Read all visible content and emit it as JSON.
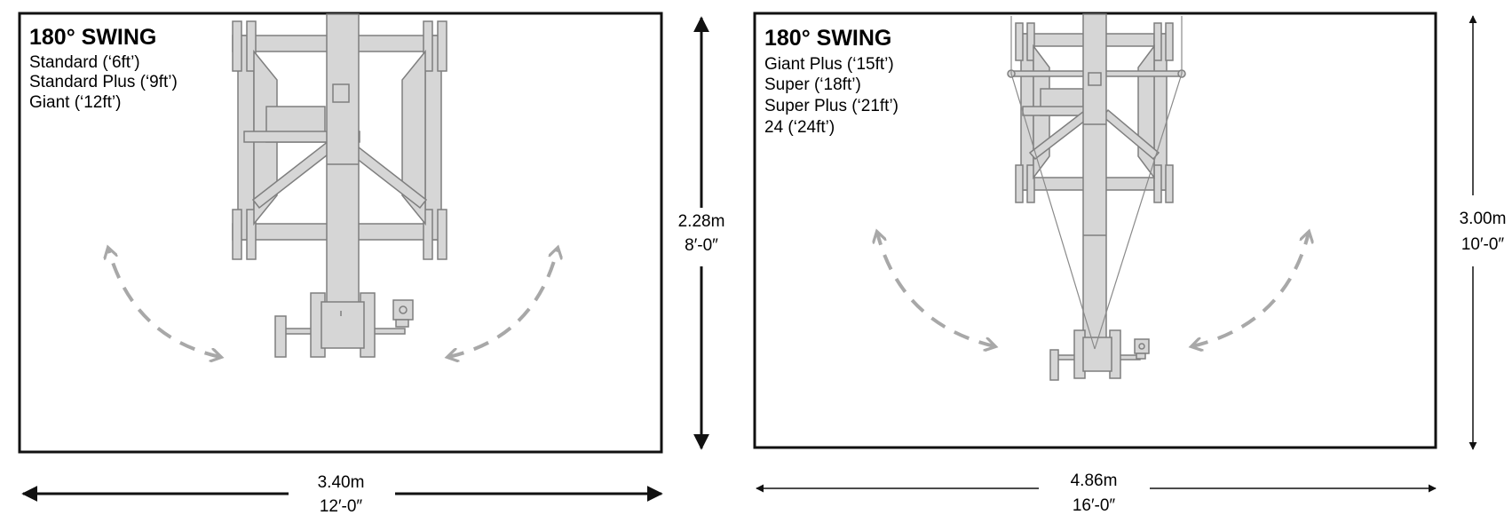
{
  "panels": [
    {
      "title": "180° SWING",
      "models": [
        "Standard (‘6ft’)",
        "Standard Plus (‘9ft’)",
        "Giant (‘12ft’)"
      ],
      "height_metric": "2.28m",
      "height_imperial": "8′-0″",
      "width_metric": "3.40m",
      "width_imperial": "12′-0″"
    },
    {
      "title": "180° SWING",
      "models": [
        "Giant Plus (‘15ft’)",
        "Super (‘18ft’)",
        "Super Plus (‘21ft’)",
        "24 (‘24ft’)"
      ],
      "height_metric": "3.00m",
      "height_imperial": "10′-0″",
      "width_metric": "4.86m",
      "width_imperial": "16′-0″"
    }
  ],
  "colors": {
    "frame": "#111111",
    "crane_fill": "#d6d6d6",
    "crane_stroke": "#7f7f7f",
    "swing_arrow": "#a8a8a8"
  }
}
